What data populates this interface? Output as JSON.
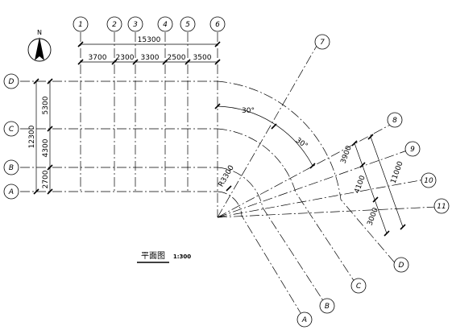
{
  "north": {
    "label": "N"
  },
  "title": {
    "text": "平面图",
    "scale": "1:300"
  },
  "top_axes": [
    "1",
    "2",
    "3",
    "4",
    "5",
    "6"
  ],
  "left_axes": [
    "D",
    "C",
    "B",
    "A"
  ],
  "radial_axes": [
    "7",
    "8",
    "9",
    "10",
    "11"
  ],
  "curved_bottom": [
    "A",
    "B",
    "C",
    "D"
  ],
  "top_dims": {
    "total": "15300",
    "segments": [
      "3700",
      "2300",
      "3300",
      "2500",
      "3500"
    ]
  },
  "left_dims": {
    "total": "12300",
    "segments": [
      "5300",
      "4300",
      "2700"
    ]
  },
  "right_dims": {
    "total": "11000",
    "segments": [
      "3900",
      "4100",
      "3000"
    ]
  },
  "angles": [
    "30°",
    "30°"
  ],
  "radius": "R3300"
}
